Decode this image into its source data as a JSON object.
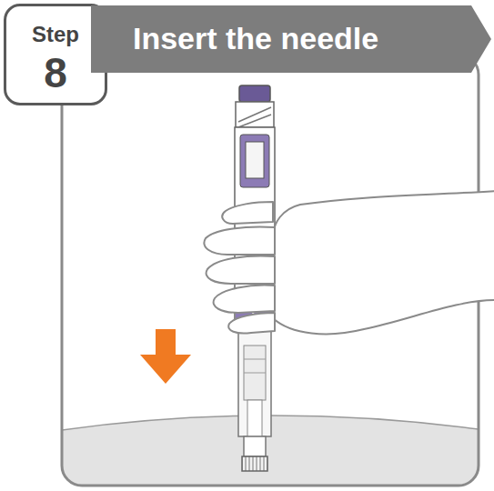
{
  "diagram": {
    "nodes": [
      {
        "text": [
          "Step",
          "8"
        ]
      },
      {
        "text": [
          "Insert the needle"
        ]
      }
    ]
  }
}
